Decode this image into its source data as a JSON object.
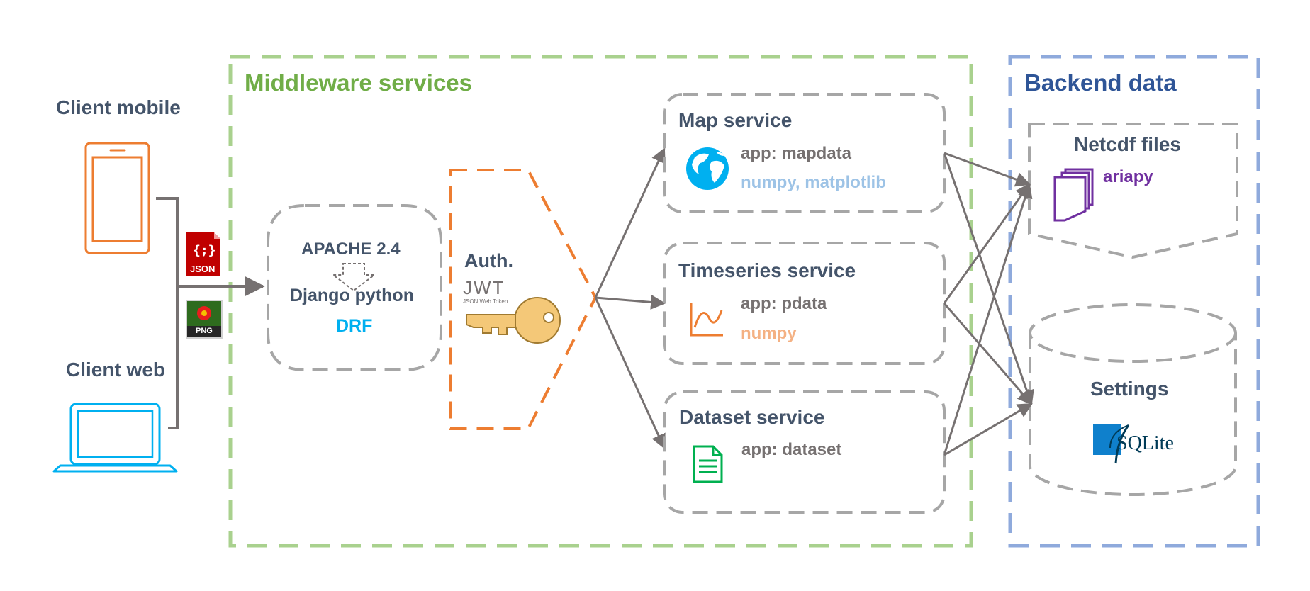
{
  "clients": {
    "mobile_label": "Client mobile",
    "web_label": "Client web"
  },
  "payload_icons": {
    "json_text": "{;}",
    "json_label": "JSON",
    "png_label": "PNG"
  },
  "middleware": {
    "title": "Middleware services",
    "server": {
      "apache": "APACHE 2.4",
      "django": "Django python",
      "drf": "DRF"
    },
    "auth": {
      "title": "Auth.",
      "jwt_logo": "JWT",
      "jwt_sub": "JSON Web Token"
    },
    "map_service": {
      "title": "Map service",
      "app": "app: mapdata",
      "libs": "numpy, matplotlib"
    },
    "timeseries_service": {
      "title": "Timeseries service",
      "app": "app: pdata",
      "libs": "numpy"
    },
    "dataset_service": {
      "title": "Dataset service",
      "app": "app: dataset"
    }
  },
  "backend": {
    "title": "Backend data",
    "netcdf": {
      "title": "Netcdf files",
      "lib": "ariapy"
    },
    "settings": {
      "title": "Settings",
      "db": "SQLite"
    }
  },
  "colors": {
    "middleware_border": "#a9d18e",
    "middleware_title": "#70ad47",
    "backend_border": "#8faadc",
    "backend_title": "#2f5597",
    "auth_border": "#ed7d31",
    "node_border": "#a6a6a6",
    "arrow": "#767171",
    "text_dark": "#44546a",
    "drf": "#00b0f0",
    "map_libs": "#9dc3e6",
    "ts_libs": "#f4b183",
    "ariapy": "#7030a0",
    "mobile_icon": "#ed7d31",
    "web_icon": "#00b0f0",
    "globe_icon": "#00b0f0",
    "chart_icon": "#ed7d31",
    "doc_icon": "#00b050",
    "files_icon": "#7030a0",
    "json_icon": "#c00000",
    "key_icon": "#f4c878"
  }
}
